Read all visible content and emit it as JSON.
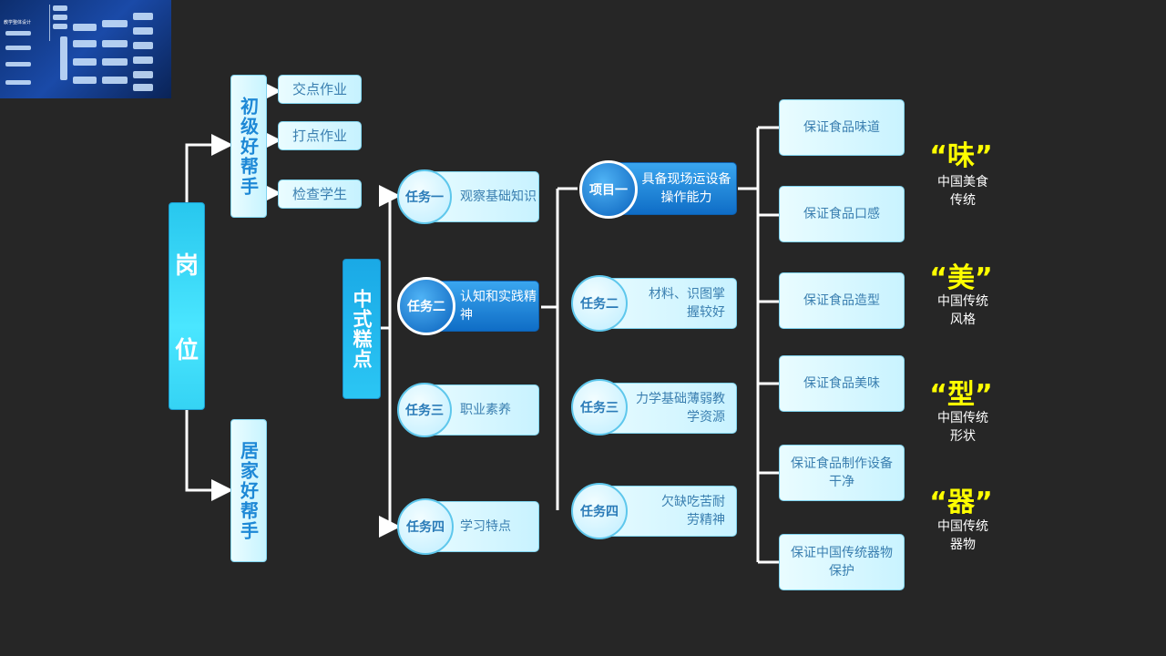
{
  "thumbnail": {
    "title": "教学整体设计"
  },
  "root": {
    "gang": "岗",
    "wei": "位"
  },
  "level1": {
    "junior": "初级好帮手",
    "home": "居家好帮手",
    "items": [
      "交点作业",
      "打点作业",
      "检查学生"
    ]
  },
  "course": "中式糕点",
  "tasks": [
    {
      "tag": "任务一",
      "text": "观察基础知识"
    },
    {
      "tag": "任务二",
      "text": "认知和实践精神"
    },
    {
      "tag": "任务三",
      "text": "职业素养"
    },
    {
      "tag": "任务四",
      "text": "学习特点"
    }
  ],
  "project": {
    "tag": "项目一",
    "text": "具备现场运设备操作能力"
  },
  "subtasks": [
    {
      "tag": "任务二",
      "text": "材料、识图掌握较好"
    },
    {
      "tag": "任务三",
      "text": "力学基础薄弱教学资源"
    },
    {
      "tag": "任务四",
      "text": "欠缺吃苦耐劳精神"
    }
  ],
  "guarantees": [
    "保证食品味道",
    "保证食品口感",
    "保证食品造型",
    "保证食品美味",
    "保证食品制作设备干净",
    "保证中国传统器物保护"
  ],
  "keywords": [
    {
      "word": "“味”",
      "desc": "中国美食传统"
    },
    {
      "word": "“美”",
      "desc": "中国传统风格"
    },
    {
      "word": "“型”",
      "desc": "中国传统形状"
    },
    {
      "word": "“器”",
      "desc": "中国传统器物"
    }
  ],
  "colors": {
    "background": "#262626",
    "accent": "#1d88d6",
    "keyword": "#ffff00"
  }
}
